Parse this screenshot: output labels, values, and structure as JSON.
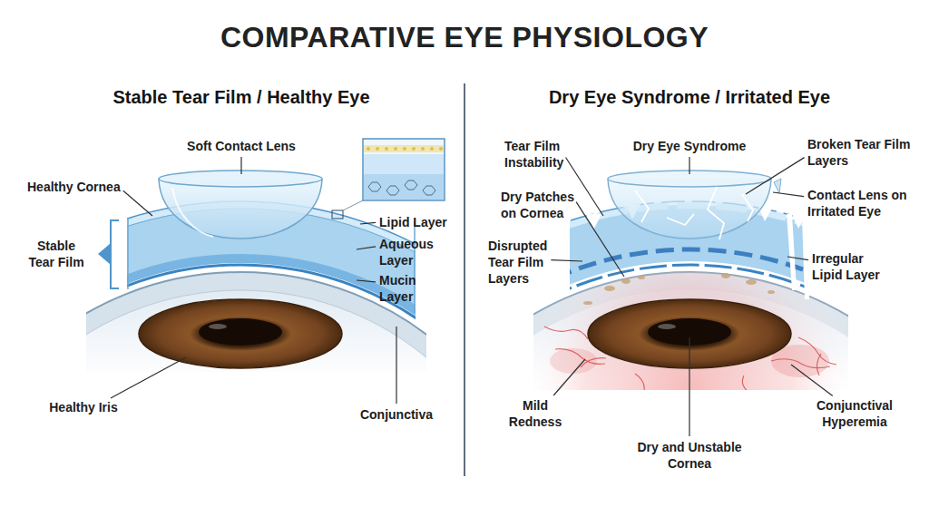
{
  "diagram": {
    "title": "COMPARATIVE EYE PHYSIOLOGY",
    "labels": [
      "Stable Tear Film / Healthy Eye",
      "Soft Contact Lens",
      "Healthy Cornea",
      "Lipid Layer",
      "Stable Tear Film",
      "Aqueous Layer",
      "Mucin Layer",
      "Healthy Iris",
      "Conjunctiva",
      "Dry Eye Syndrome / Irritated Eye",
      "Tear Film Instability",
      "Dry Eye Syndrome",
      "Broken Tear Film Layers",
      "Dry Patches on Cornea",
      "Contact Lens on Irritated Eye",
      "Disrupted Tear Film Layers",
      "Irregular Lipid Layer",
      "Mild Redness",
      "Conjunctival Hyperemia",
      "Dry and Unstable Cornea"
    ]
  }
}
